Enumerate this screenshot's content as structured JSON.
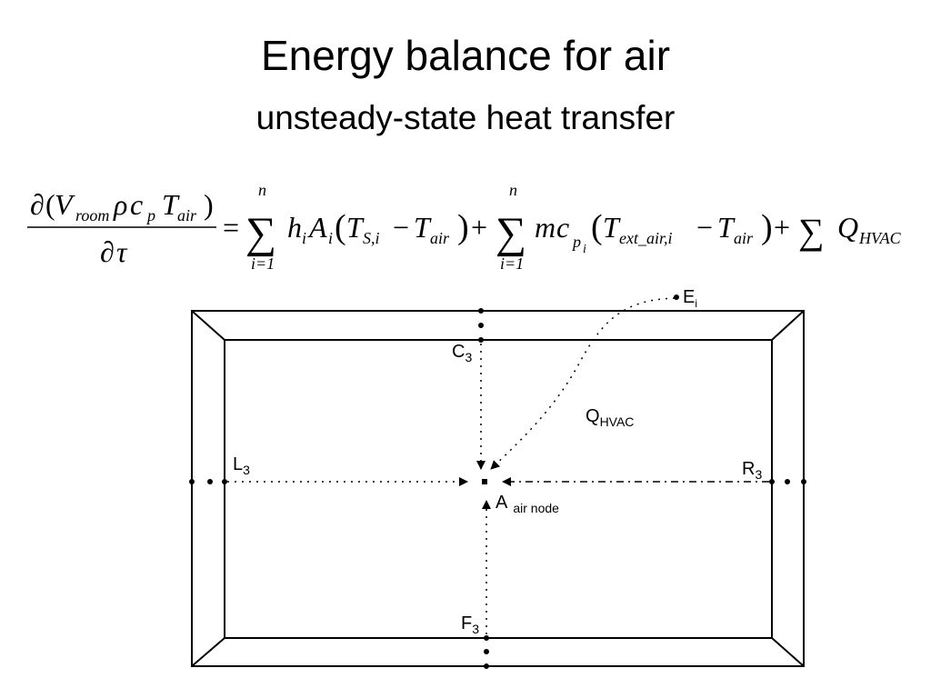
{
  "slide": {
    "title": "Energy balance for air",
    "subtitle": "unsteady-state heat transfer"
  },
  "equation": {
    "partial": "∂",
    "numer_open": "(",
    "V": "V",
    "room": "room",
    "rho": "ρ",
    "c": "c",
    "p": "p",
    "T": "T",
    "air": "air",
    "numer_close": ")",
    "tau": "τ",
    "equals": "=",
    "sum": "∑",
    "sum_upper": "n",
    "sum_lower": "i=1",
    "h": "h",
    "i": "i",
    "A": "A",
    "S_i": "S,i",
    "minus": "−",
    "plus": "+",
    "m": "m",
    "ext_air_i": "ext_air,i",
    "Q": "Q",
    "hvac": "HVAC",
    "lparen": "(",
    "rparen": ")"
  },
  "diagram": {
    "E": "E",
    "E_sub": "i",
    "C": "C",
    "C_sub": "3",
    "Q": "Q",
    "Q_sub": "HVAC",
    "L": "L",
    "L_sub": "3",
    "R": "R",
    "R_sub": "3",
    "A": "A",
    "A_sub": "air node",
    "F": "F",
    "F_sub": "3"
  }
}
